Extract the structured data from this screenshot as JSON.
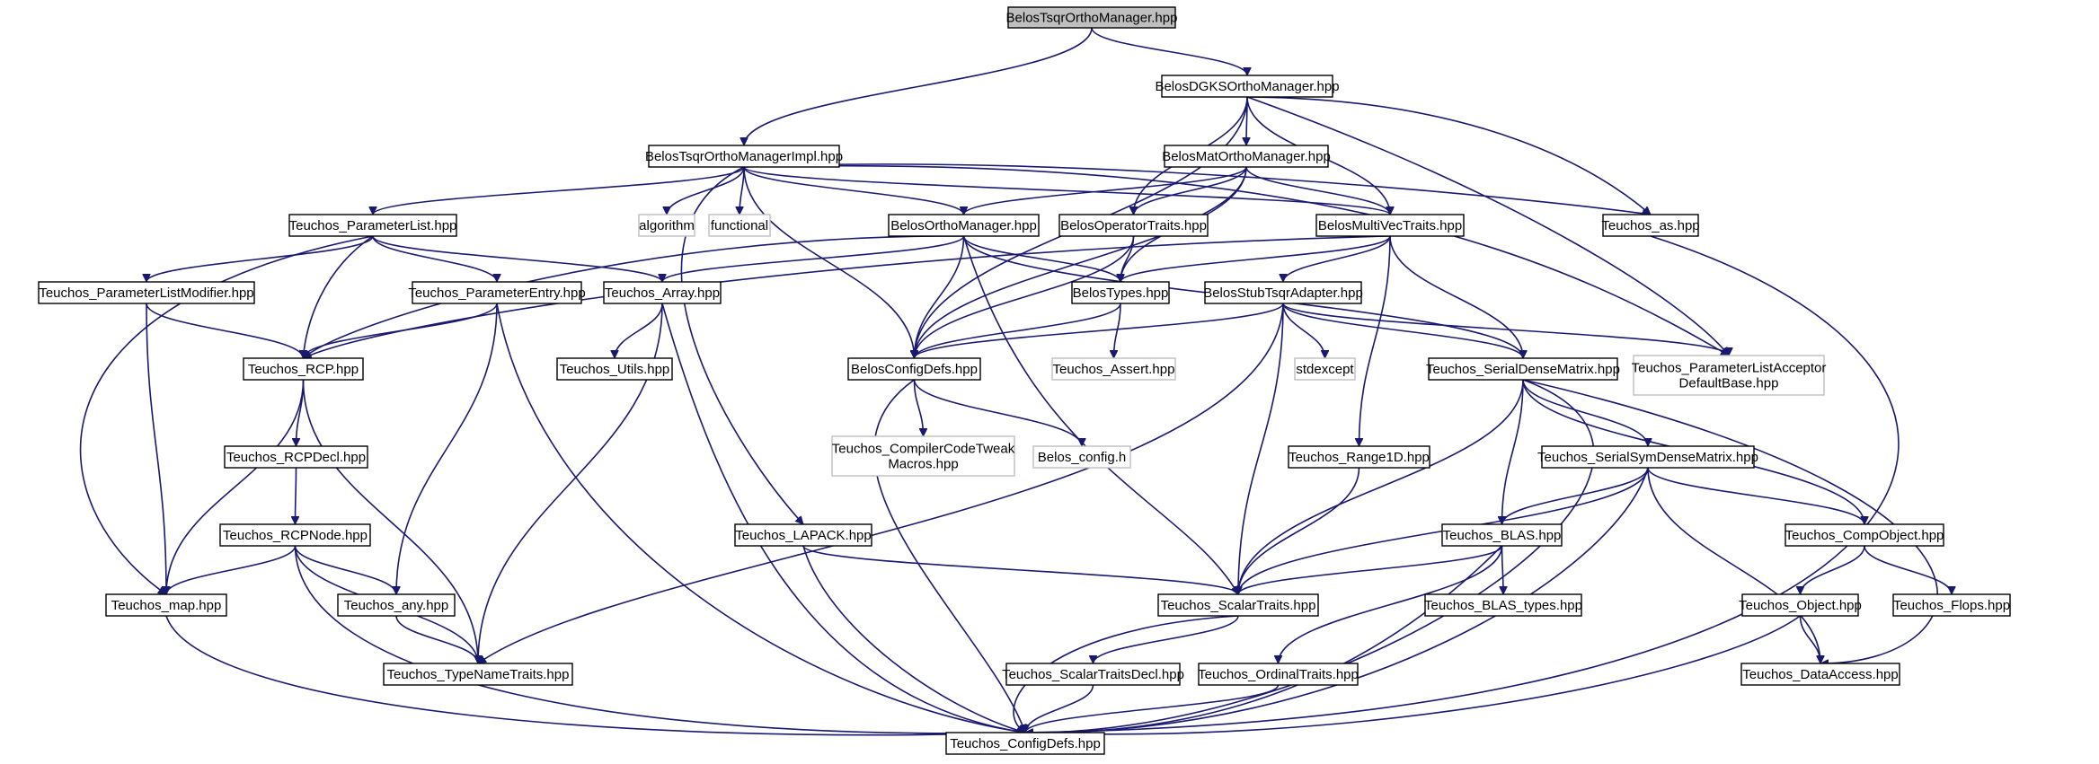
{
  "graph": {
    "title": "BelosTsqrOrthoManager.hpp",
    "colors": {
      "edge": "#191970",
      "root_fill": "#bfbfbf",
      "node_border": "#000000",
      "system_border": "#bfbfbf",
      "node_fill": "#ffffff"
    },
    "nodes": [
      {
        "id": "root",
        "lines": [
          "BelosTsqrOrthoManager.hpp"
        ],
        "kind": "root"
      },
      {
        "id": "dgks",
        "lines": [
          "BelosDGKSOrthoManager.hpp"
        ],
        "kind": "header"
      },
      {
        "id": "tsqrimpl",
        "lines": [
          "BelosTsqrOrthoManagerImpl.hpp"
        ],
        "kind": "header"
      },
      {
        "id": "matortho",
        "lines": [
          "BelosMatOrthoManager.hpp"
        ],
        "kind": "header"
      },
      {
        "id": "paramlist",
        "lines": [
          "Teuchos_ParameterList.hpp"
        ],
        "kind": "header"
      },
      {
        "id": "algorithm",
        "lines": [
          "algorithm"
        ],
        "kind": "system"
      },
      {
        "id": "functional",
        "lines": [
          "functional"
        ],
        "kind": "system"
      },
      {
        "id": "orthomgr",
        "lines": [
          "BelosOrthoManager.hpp"
        ],
        "kind": "header"
      },
      {
        "id": "optraits",
        "lines": [
          "BelosOperatorTraits.hpp"
        ],
        "kind": "header"
      },
      {
        "id": "mvtraits",
        "lines": [
          "BelosMultiVecTraits.hpp"
        ],
        "kind": "header"
      },
      {
        "id": "teuchosas",
        "lines": [
          "Teuchos_as.hpp"
        ],
        "kind": "header"
      },
      {
        "id": "plmodifier",
        "lines": [
          "Teuchos_ParameterListModifier.hpp"
        ],
        "kind": "header"
      },
      {
        "id": "paramentry",
        "lines": [
          "Teuchos_ParameterEntry.hpp"
        ],
        "kind": "header"
      },
      {
        "id": "array",
        "lines": [
          "Teuchos_Array.hpp"
        ],
        "kind": "header"
      },
      {
        "id": "belostypes",
        "lines": [
          "BelosTypes.hpp"
        ],
        "kind": "header"
      },
      {
        "id": "stubtsqr",
        "lines": [
          "BelosStubTsqrAdapter.hpp"
        ],
        "kind": "header"
      },
      {
        "id": "placceptor",
        "lines": [
          "Teuchos_ParameterListAcceptor",
          "DefaultBase.hpp"
        ],
        "kind": "system"
      },
      {
        "id": "rcp",
        "lines": [
          "Teuchos_RCP.hpp"
        ],
        "kind": "header"
      },
      {
        "id": "utils",
        "lines": [
          "Teuchos_Utils.hpp"
        ],
        "kind": "header"
      },
      {
        "id": "configdefs",
        "lines": [
          "BelosConfigDefs.hpp"
        ],
        "kind": "header"
      },
      {
        "id": "assert",
        "lines": [
          "Teuchos_Assert.hpp"
        ],
        "kind": "system"
      },
      {
        "id": "stdexcept",
        "lines": [
          "stdexcept"
        ],
        "kind": "system"
      },
      {
        "id": "sdm",
        "lines": [
          "Teuchos_SerialDenseMatrix.hpp"
        ],
        "kind": "header"
      },
      {
        "id": "tweak",
        "lines": [
          "Teuchos_CompilerCodeTweak",
          "Macros.hpp"
        ],
        "kind": "system"
      },
      {
        "id": "belosconfig",
        "lines": [
          "Belos_config.h"
        ],
        "kind": "system"
      },
      {
        "id": "rcpdecl",
        "lines": [
          "Teuchos_RCPDecl.hpp"
        ],
        "kind": "header"
      },
      {
        "id": "range1d",
        "lines": [
          "Teuchos_Range1D.hpp"
        ],
        "kind": "header"
      },
      {
        "id": "ssdm",
        "lines": [
          "Teuchos_SerialSymDenseMatrix.hpp"
        ],
        "kind": "header"
      },
      {
        "id": "rcpnode",
        "lines": [
          "Teuchos_RCPNode.hpp"
        ],
        "kind": "header"
      },
      {
        "id": "lapack",
        "lines": [
          "Teuchos_LAPACK.hpp"
        ],
        "kind": "header"
      },
      {
        "id": "blas",
        "lines": [
          "Teuchos_BLAS.hpp"
        ],
        "kind": "header"
      },
      {
        "id": "compobj",
        "lines": [
          "Teuchos_CompObject.hpp"
        ],
        "kind": "header"
      },
      {
        "id": "map",
        "lines": [
          "Teuchos_map.hpp"
        ],
        "kind": "header"
      },
      {
        "id": "any",
        "lines": [
          "Teuchos_any.hpp"
        ],
        "kind": "header"
      },
      {
        "id": "scalartraits",
        "lines": [
          "Teuchos_ScalarTraits.hpp"
        ],
        "kind": "header"
      },
      {
        "id": "blastypes",
        "lines": [
          "Teuchos_BLAS_types.hpp"
        ],
        "kind": "header"
      },
      {
        "id": "object",
        "lines": [
          "Teuchos_Object.hpp"
        ],
        "kind": "header"
      },
      {
        "id": "flops",
        "lines": [
          "Teuchos_Flops.hpp"
        ],
        "kind": "header"
      },
      {
        "id": "typenametraits",
        "lines": [
          "Teuchos_TypeNameTraits.hpp"
        ],
        "kind": "header"
      },
      {
        "id": "stdecl",
        "lines": [
          "Teuchos_ScalarTraitsDecl.hpp"
        ],
        "kind": "header"
      },
      {
        "id": "ordinal",
        "lines": [
          "Teuchos_OrdinalTraits.hpp"
        ],
        "kind": "header"
      },
      {
        "id": "dataaccess",
        "lines": [
          "Teuchos_DataAccess.hpp"
        ],
        "kind": "header"
      },
      {
        "id": "tconfig",
        "lines": [
          "Teuchos_ConfigDefs.hpp"
        ],
        "kind": "header"
      }
    ],
    "edges": [
      [
        "root",
        "dgks"
      ],
      [
        "root",
        "tsqrimpl"
      ],
      [
        "dgks",
        "matortho"
      ],
      [
        "dgks",
        "configdefs"
      ],
      [
        "dgks",
        "optraits"
      ],
      [
        "dgks",
        "mvtraits"
      ],
      [
        "dgks",
        "teuchosas"
      ],
      [
        "dgks",
        "placceptor"
      ],
      [
        "tsqrimpl",
        "paramlist"
      ],
      [
        "tsqrimpl",
        "algorithm"
      ],
      [
        "tsqrimpl",
        "functional"
      ],
      [
        "tsqrimpl",
        "orthomgr"
      ],
      [
        "tsqrimpl",
        "configdefs"
      ],
      [
        "tsqrimpl",
        "lapack"
      ],
      [
        "tsqrimpl",
        "mvtraits"
      ],
      [
        "tsqrimpl",
        "teuchosas"
      ],
      [
        "tsqrimpl",
        "placceptor"
      ],
      [
        "matortho",
        "orthomgr"
      ],
      [
        "matortho",
        "optraits"
      ],
      [
        "matortho",
        "mvtraits"
      ],
      [
        "matortho",
        "belostypes"
      ],
      [
        "matortho",
        "configdefs"
      ],
      [
        "paramlist",
        "plmodifier"
      ],
      [
        "paramlist",
        "paramentry"
      ],
      [
        "paramlist",
        "array"
      ],
      [
        "paramlist",
        "rcp"
      ],
      [
        "paramlist",
        "map"
      ],
      [
        "orthomgr",
        "belostypes"
      ],
      [
        "orthomgr",
        "configdefs"
      ],
      [
        "orthomgr",
        "rcp"
      ],
      [
        "orthomgr",
        "array"
      ],
      [
        "orthomgr",
        "sdm"
      ],
      [
        "orthomgr",
        "scalartraits"
      ],
      [
        "optraits",
        "belostypes"
      ],
      [
        "optraits",
        "configdefs"
      ],
      [
        "mvtraits",
        "belostypes"
      ],
      [
        "mvtraits",
        "stubtsqr"
      ],
      [
        "mvtraits",
        "sdm"
      ],
      [
        "mvtraits",
        "range1d"
      ],
      [
        "mvtraits",
        "rcp"
      ],
      [
        "teuchosas",
        "tconfig"
      ],
      [
        "plmodifier",
        "rcp"
      ],
      [
        "plmodifier",
        "map"
      ],
      [
        "paramentry",
        "rcp"
      ],
      [
        "paramentry",
        "any"
      ],
      [
        "paramentry",
        "tconfig"
      ],
      [
        "array",
        "utils"
      ],
      [
        "array",
        "typenametraits"
      ],
      [
        "array",
        "tconfig"
      ],
      [
        "belostypes",
        "configdefs"
      ],
      [
        "belostypes",
        "assert"
      ],
      [
        "stubtsqr",
        "configdefs"
      ],
      [
        "stubtsqr",
        "stdexcept"
      ],
      [
        "stubtsqr",
        "sdm"
      ],
      [
        "stubtsqr",
        "placceptor"
      ],
      [
        "stubtsqr",
        "scalartraits"
      ],
      [
        "stubtsqr",
        "typenametraits"
      ],
      [
        "rcp",
        "rcpdecl"
      ],
      [
        "rcp",
        "map"
      ],
      [
        "rcp",
        "typenametraits"
      ],
      [
        "configdefs",
        "tweak"
      ],
      [
        "configdefs",
        "belosconfig"
      ],
      [
        "configdefs",
        "tconfig"
      ],
      [
        "sdm",
        "ssdm"
      ],
      [
        "sdm",
        "blas"
      ],
      [
        "sdm",
        "compobj"
      ],
      [
        "sdm",
        "scalartraits"
      ],
      [
        "sdm",
        "dataaccess"
      ],
      [
        "sdm",
        "tconfig"
      ],
      [
        "rcpdecl",
        "rcpnode"
      ],
      [
        "range1d",
        "scalartraits"
      ],
      [
        "ssdm",
        "blas"
      ],
      [
        "ssdm",
        "compobj"
      ],
      [
        "ssdm",
        "scalartraits"
      ],
      [
        "ssdm",
        "dataaccess"
      ],
      [
        "ssdm",
        "tconfig"
      ],
      [
        "rcpnode",
        "map"
      ],
      [
        "rcpnode",
        "any"
      ],
      [
        "rcpnode",
        "typenametraits"
      ],
      [
        "rcpnode",
        "tconfig"
      ],
      [
        "lapack",
        "scalartraits"
      ],
      [
        "lapack",
        "tconfig"
      ],
      [
        "blas",
        "scalartraits"
      ],
      [
        "blas",
        "blastypes"
      ],
      [
        "blas",
        "ordinal"
      ],
      [
        "blas",
        "tconfig"
      ],
      [
        "compobj",
        "object"
      ],
      [
        "compobj",
        "flops"
      ],
      [
        "map",
        "tconfig"
      ],
      [
        "any",
        "typenametraits"
      ],
      [
        "scalartraits",
        "stdecl"
      ],
      [
        "scalartraits",
        "tconfig"
      ],
      [
        "object",
        "dataaccess"
      ],
      [
        "object",
        "tconfig"
      ],
      [
        "stdecl",
        "tconfig"
      ],
      [
        "ordinal",
        "tconfig"
      ]
    ]
  }
}
